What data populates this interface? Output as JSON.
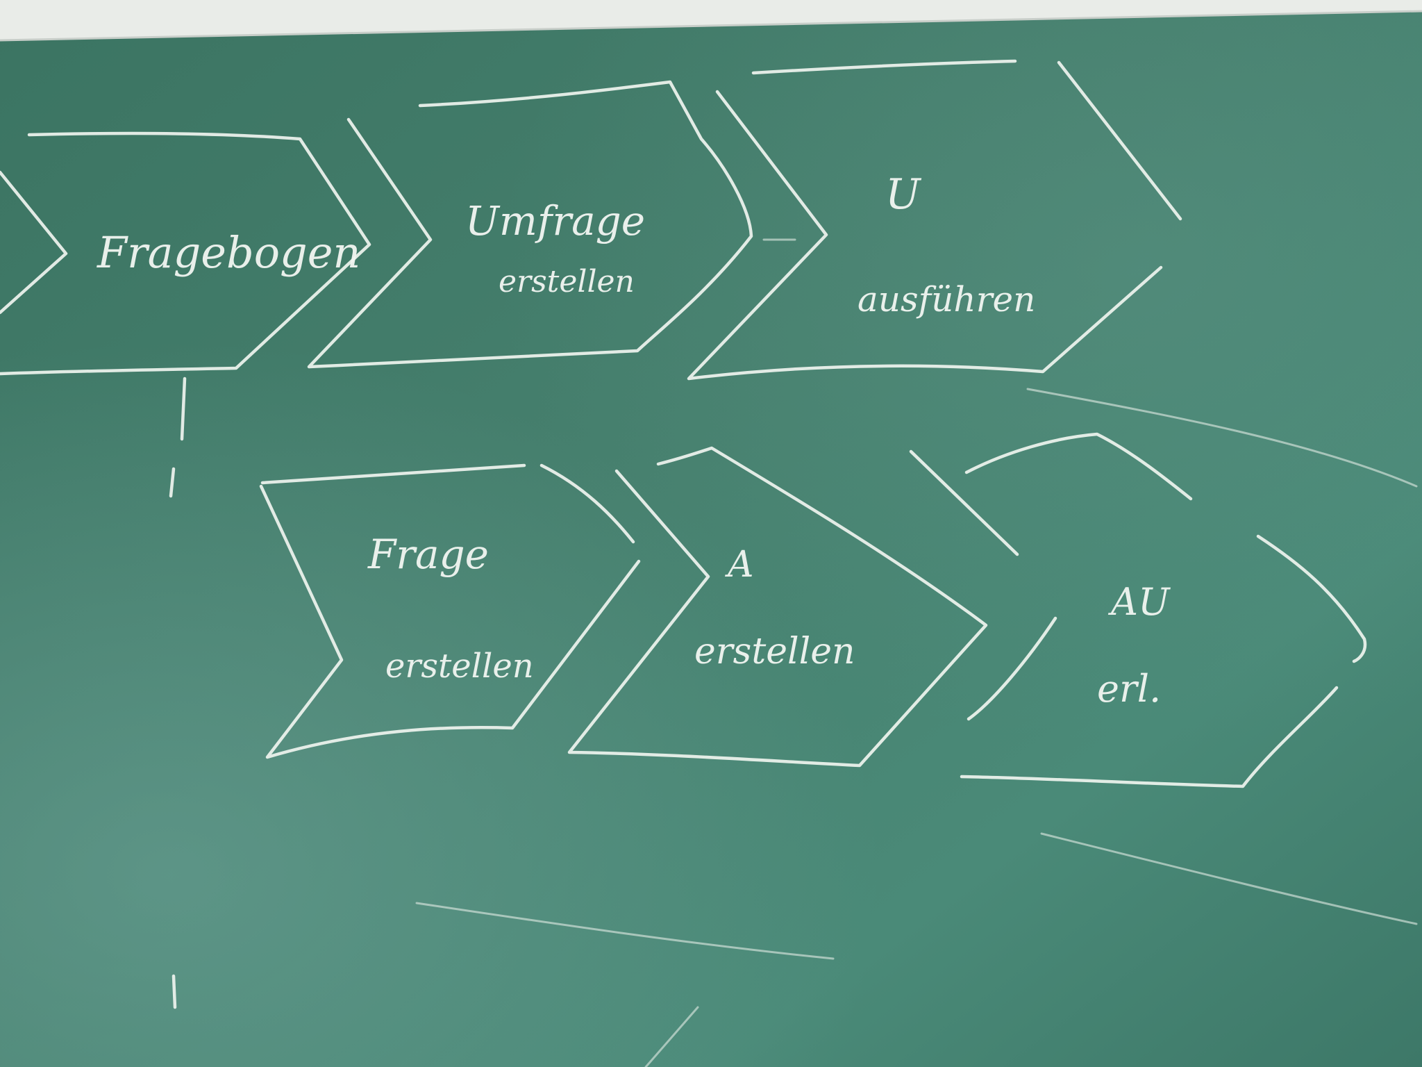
{
  "board": {
    "colors": {
      "board": "#3f7a69",
      "chalk": "#eef3ee",
      "frame": "#e9ece8"
    },
    "row1": {
      "step1": "Fragebogen",
      "step2_line1": "Umfrage",
      "step2_line2": "erstellen",
      "step3_line1": "U",
      "step3_line2": "ausführen"
    },
    "row2": {
      "step1_line1": "Frage",
      "step1_line2": "erstellen",
      "step2_line1": "A",
      "step2_line2": "erstellen",
      "step3_line1": "AU",
      "step3_line2": "erl."
    }
  }
}
